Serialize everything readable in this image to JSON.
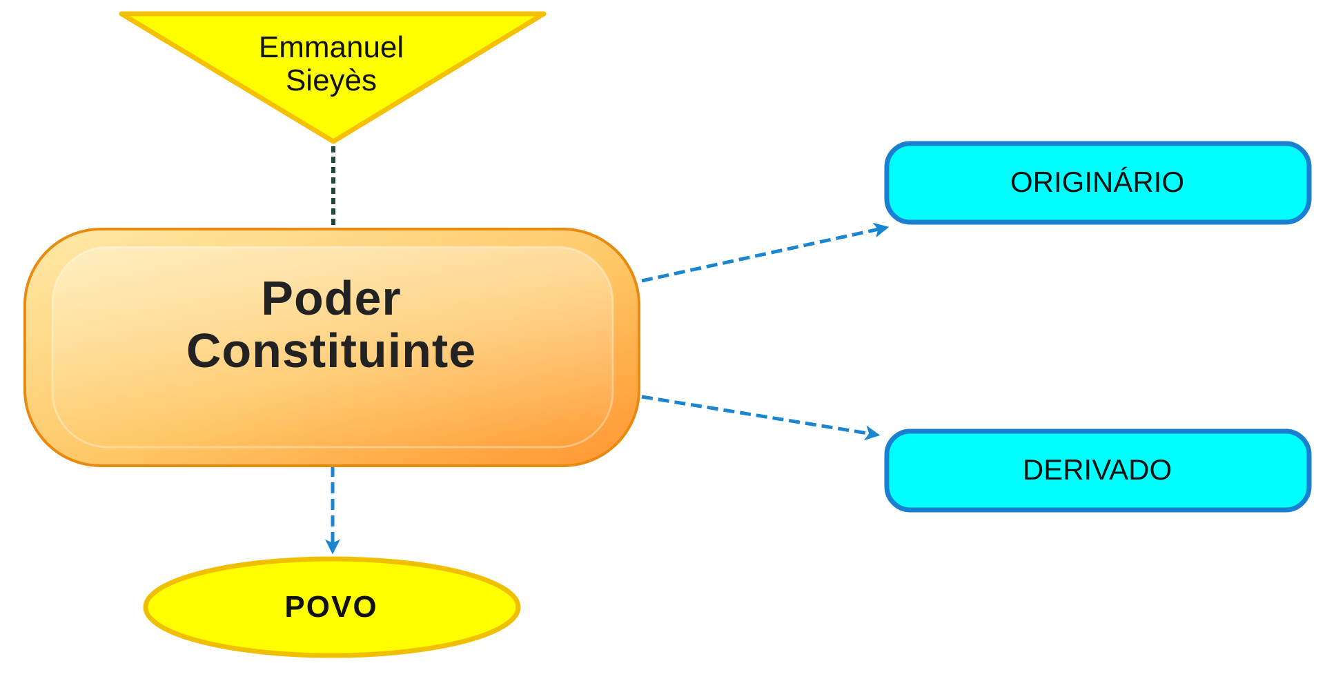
{
  "diagram": {
    "author_lines": [
      "Emmanuel",
      "Sieyès"
    ],
    "main_lines": [
      "Poder",
      "Constituinte"
    ],
    "bottom": "POVO",
    "branches": [
      "ORIGINÁRIO",
      "DERIVADO"
    ]
  },
  "colors": {
    "triangle_fill": "#ffff00",
    "triangle_stroke": "#f5c000",
    "main_fill_light": "#ffe9a0",
    "main_fill_dark": "#ff9a30",
    "main_stroke": "#e88a10",
    "ellipse_fill": "#ffff00",
    "ellipse_stroke": "#f0c000",
    "branch_fill": "#00ffff",
    "branch_stroke": "#1a7fd0",
    "arrow": "#1a85d0",
    "dotted_line": "#1f4a3a"
  }
}
